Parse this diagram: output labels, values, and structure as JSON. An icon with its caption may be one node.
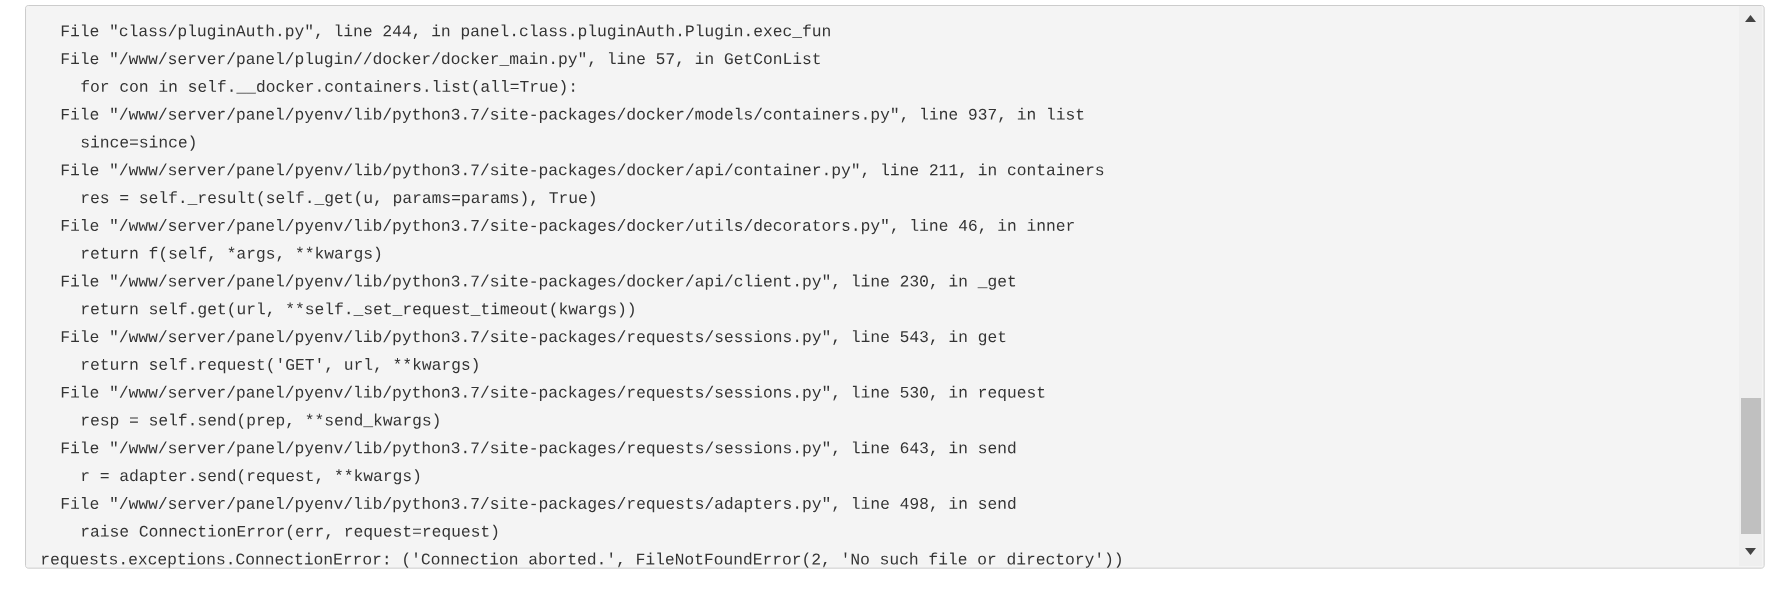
{
  "diagram": {
    "nodes": [
      {
        "text": [
          "File \"class/pluginAuth.py\", line 244, in panel.class.pluginAuth.Plugin.exec_fun",
          "File \"/www/server/panel/plugin//docker/docker_main.py\", line 57, in GetConList",
          "for con in self.__docker.containers.list(all=True):",
          "File \"/www/server/panel/pyenv/lib/python3.7/site-packages/docker/models/containers.py\", line 937, in list",
          "since=since)",
          "File \"/www/server/panel/pyenv/lib/python3.7/site-packages/docker/api/container.py\", line 211, in containers",
          "res = self._result(self._get(u, params=params), True)",
          "File \"/www/server/panel/pyenv/lib/python3.7/site-packages/docker/utils/decorators.py\", line 46, in inner",
          "return f(self, *args, **kwargs)",
          "File \"/www/server/panel/pyenv/lib/python3.7/site-packages/docker/api/client.py\", line 230, in _get",
          "return self.get(url, **self._set_request_timeout(kwargs))",
          "File \"/www/server/panel/pyenv/lib/python3.7/site-packages/requests/sessions.py\", line 543, in get",
          "return self.request('GET', url, **kwargs)",
          "File \"/www/server/panel/pyenv/lib/python3.7/site-packages/requests/sessions.py\", line 530, in request",
          "resp = self.send(prep, **send_kwargs)",
          "File \"/www/server/panel/pyenv/lib/python3.7/site-packages/requests/sessions.py\", line 643, in send",
          "r = adapter.send(request, **kwargs)",
          "File \"/www/server/panel/pyenv/lib/python3.7/site-packages/requests/adapters.py\", line 498, in send",
          "raise ConnectionError(err, request=request)",
          "requests.exceptions.ConnectionError: ('Connection aborted.', FileNotFoundError(2, 'No such file or directory'))"
        ]
      }
    ]
  }
}
